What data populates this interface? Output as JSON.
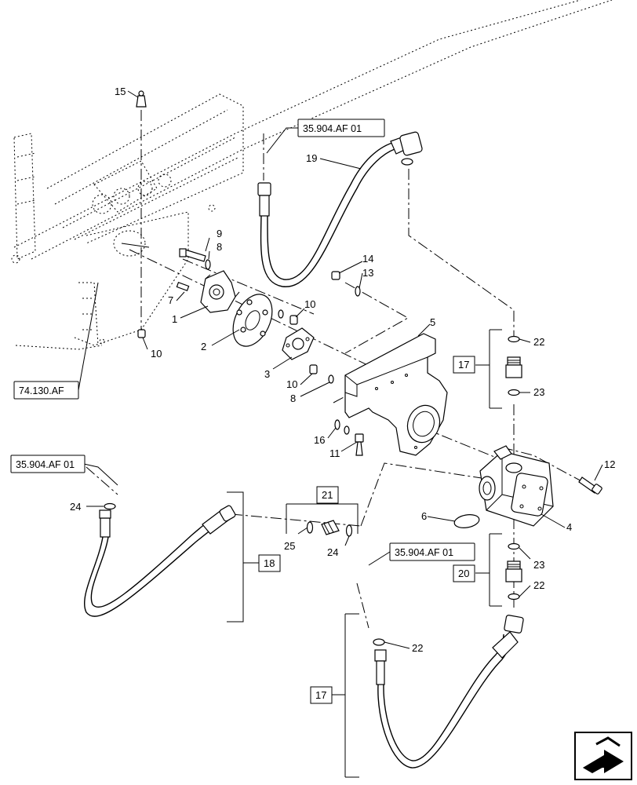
{
  "refs": {
    "r1": "35.904.AF 01",
    "r2": "74.130.AF",
    "r3": "35.904.AF 01",
    "r4": "35.904.AF 01"
  },
  "boxed": {
    "b17a": "17",
    "b21": "21",
    "b18": "18",
    "b20": "20",
    "b17b": "17"
  },
  "callouts": {
    "c15": "15",
    "c9": "9",
    "c8a": "8",
    "c7": "7",
    "c1": "1",
    "c2": "2",
    "c10a": "10",
    "c10b": "10",
    "c3": "3",
    "c10c": "10",
    "c8b": "8",
    "c14": "14",
    "c13": "13",
    "c19": "19",
    "c5": "5",
    "c16": "16",
    "c11": "11",
    "c12": "12",
    "c6": "6",
    "c4": "4",
    "c22a": "22",
    "c23a": "23",
    "c23b": "23",
    "c22b": "22",
    "c22c": "22",
    "c24a": "24",
    "c25": "25",
    "c24b": "24"
  },
  "icons": {
    "nav": "next-page-arrow-icon"
  }
}
